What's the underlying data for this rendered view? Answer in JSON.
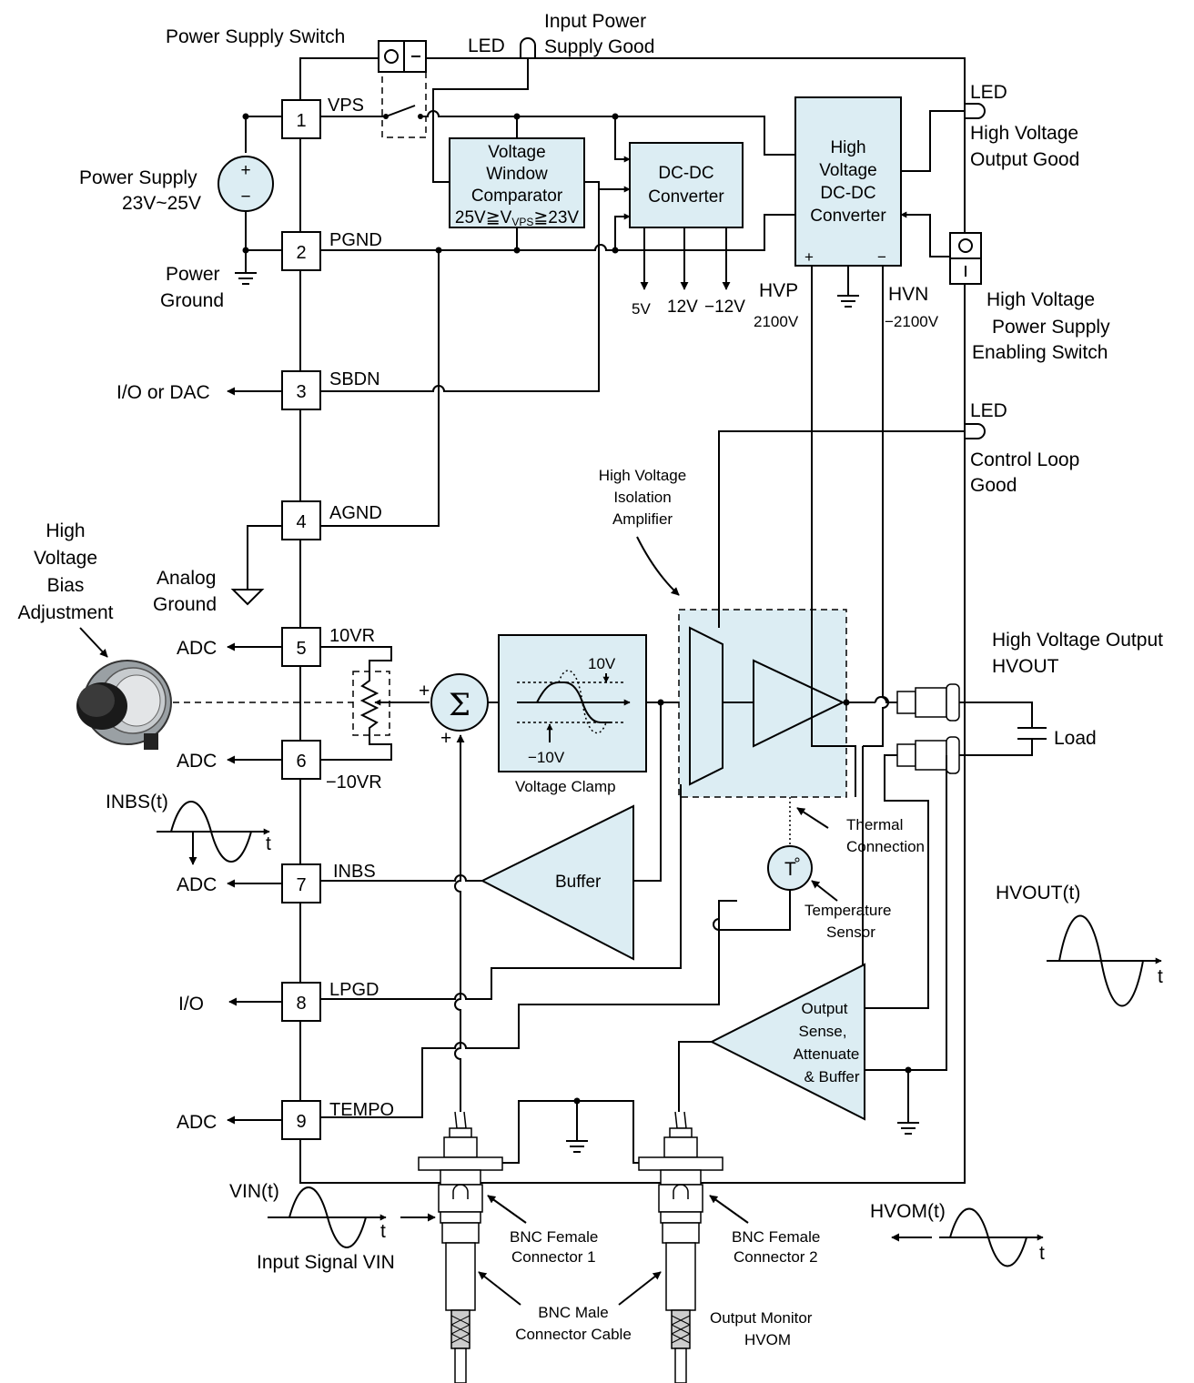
{
  "labels": {
    "power_supply_switch": "Power Supply Switch",
    "led_input": "LED",
    "input_power_good_1": "Input Power",
    "input_power_good_2": "Supply Good",
    "power_supply_1": "Power Supply",
    "power_supply_2": "23V~25V",
    "power_ground_1": "Power",
    "power_ground_2": "Ground",
    "io_or_dac": "I/O or DAC",
    "analog_ground_1": "Analog",
    "analog_ground_2": "Ground",
    "bias_adj_1": "High",
    "bias_adj_2": "Voltage",
    "bias_adj_3": "Bias",
    "bias_adj_4": "Adjustment",
    "adc_5": "ADC",
    "adc_6": "ADC",
    "inbs_t": "INBS(t)",
    "adc_7": "ADC",
    "io_8": "I/O",
    "adc_9": "ADC",
    "vin_t": "VIN(t)",
    "input_signal": "Input Signal VIN",
    "led_hv": "LED",
    "hv_good_1": "High Voltage",
    "hv_good_2": "Output Good",
    "hv_enable_1": "High Voltage",
    "hv_enable_2": "Power Supply",
    "hv_enable_3": "Enabling Switch",
    "led_loop": "LED",
    "loop_good_1": "Control Loop",
    "loop_good_2": "Good",
    "hvout_1": "High Voltage Output",
    "hvout_2": "HVOUT",
    "load": "Load",
    "hvout_t": "HVOUT(t)",
    "hvom_t": "HVOM(t)",
    "axis_t": "t"
  },
  "pins": [
    {
      "num": "1",
      "name": "VPS"
    },
    {
      "num": "2",
      "name": "PGND"
    },
    {
      "num": "3",
      "name": "SBDN"
    },
    {
      "num": "4",
      "name": "AGND"
    },
    {
      "num": "5",
      "name": "10VR"
    },
    {
      "num": "6",
      "name": "−10VR"
    },
    {
      "num": "7",
      "name": "INBS"
    },
    {
      "num": "8",
      "name": "LPGD"
    },
    {
      "num": "9",
      "name": "TEMPO"
    }
  ],
  "blocks": {
    "comparator_1": "Voltage",
    "comparator_2": "Window",
    "comparator_3": "Comparator",
    "comparator_4": "25V≧V",
    "comparator_sub": "VPS",
    "comparator_5": "≧23V",
    "dcdc_1": "DC-DC",
    "dcdc_2": "Converter",
    "hvdcdc_1": "High",
    "hvdcdc_2": "Voltage",
    "hvdcdc_3": "DC-DC",
    "hvdcdc_4": "Converter",
    "hv_plus": "+",
    "hv_minus": "−",
    "out_5v": "5V",
    "out_12v": "12V",
    "out_n12v": "−12V",
    "hvp": "HVP",
    "hvp_v": "2100V",
    "hvn": "HVN",
    "hvn_v": "−2100V",
    "sum_symbol": "Σ",
    "sum_plus_1": "+",
    "sum_plus_2": "+",
    "clamp_pos": "10V",
    "clamp_neg": "−10V",
    "clamp_label": "Voltage Clamp",
    "iso_amp_1": "High Voltage",
    "iso_amp_2": "Isolation",
    "iso_amp_3": "Amplifier",
    "buffer": "Buffer",
    "thermal_1": "Thermal",
    "thermal_2": "Connection",
    "temp_symbol": "T",
    "temp_1": "Temperature",
    "temp_2": "Sensor",
    "sense_1": "Output",
    "sense_2": "Sense,",
    "sense_3": "Attenuate",
    "sense_4": "& Buffer",
    "bnc1_1": "BNC Female",
    "bnc1_2": "Connector 1",
    "bnc2_1": "BNC Female",
    "bnc2_2": "Connector 2",
    "cable_1": "BNC Male",
    "cable_2": "Connector Cable",
    "monitor_1": "Output Monitor",
    "monitor_2": "HVOM"
  },
  "colors": {
    "block_fill": "#dcedf3",
    "line": "#000000"
  }
}
